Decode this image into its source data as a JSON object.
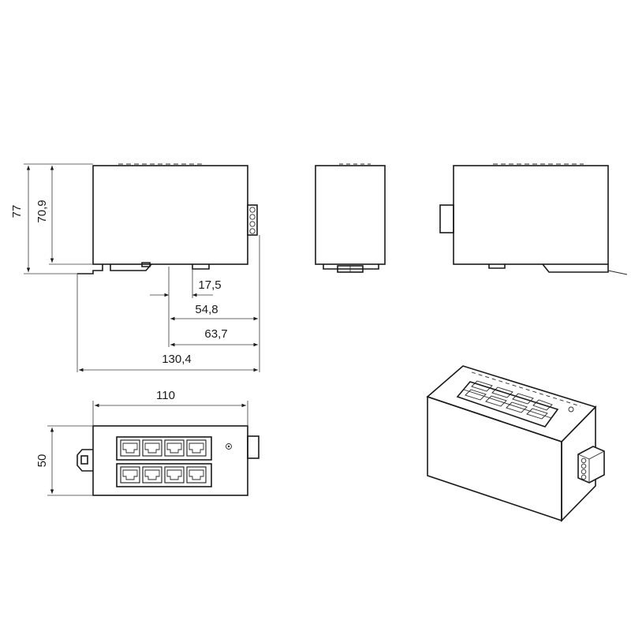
{
  "dimensions": {
    "height_total": "77",
    "height_body": "70,9",
    "depth_17_5": "17,5",
    "depth_54_8": "54,8",
    "depth_63_7": "63,7",
    "depth_total": "130,4",
    "width": "110",
    "thickness": "50"
  },
  "colors": {
    "line": "#1a1a1a",
    "background": "#ffffff"
  }
}
